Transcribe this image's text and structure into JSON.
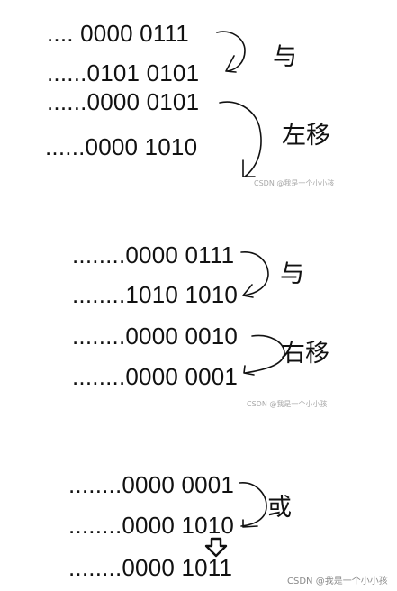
{
  "group1": {
    "lines": [
      ".... 0000 0111",
      "......0101 0101",
      "......0000 0101",
      "......0000 1010"
    ],
    "op_and": "与",
    "op_shift": "左移",
    "watermark": "CSDN @我是一个小小孩"
  },
  "group2": {
    "lines": [
      "........0000 0111",
      "........1010 1010",
      "........0000 0010",
      "........0000 0001"
    ],
    "op_and": "与",
    "op_shift": "右移",
    "watermark": "CSDN @我是一个小小孩"
  },
  "group3": {
    "lines": [
      "........0000 0001",
      "........0000 1010",
      "........0000 1011"
    ],
    "op_or": "或"
  },
  "watermark": "CSDN @我是一个小小孩",
  "icons": [
    "brace-stroke",
    "down-arrow-icon"
  ]
}
